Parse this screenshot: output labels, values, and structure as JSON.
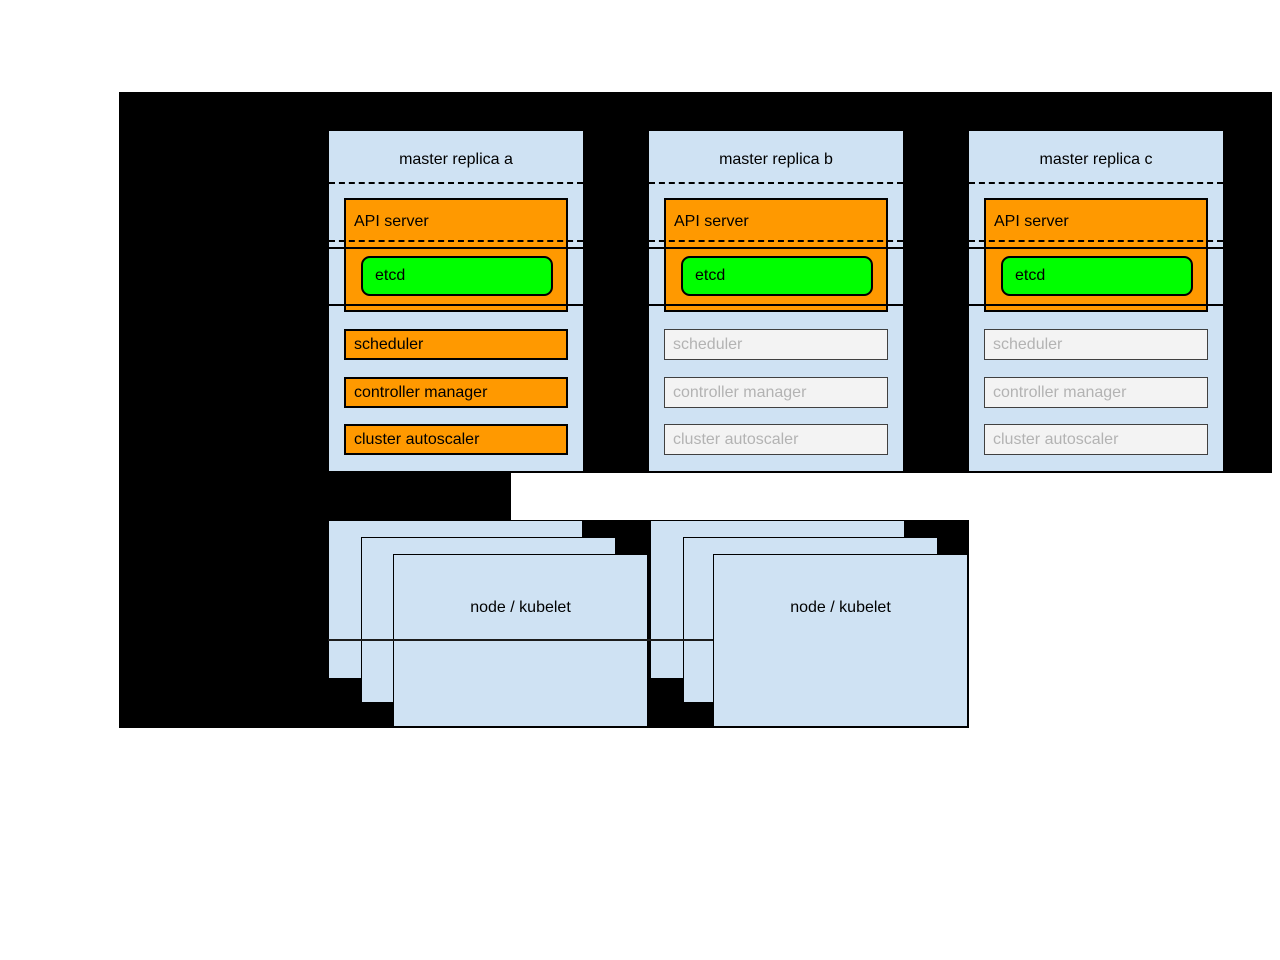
{
  "diagram": {
    "replicas": [
      {
        "title": "master replica a",
        "api_server_label": "API server",
        "etcd_label": "etcd",
        "scheduler_label": "scheduler",
        "controller_manager_label": "controller manager",
        "cluster_autoscaler_label": "cluster autoscaler",
        "state": "active"
      },
      {
        "title": "master replica b",
        "api_server_label": "API server",
        "etcd_label": "etcd",
        "scheduler_label": "scheduler",
        "controller_manager_label": "controller manager",
        "cluster_autoscaler_label": "cluster autoscaler",
        "state": "standby"
      },
      {
        "title": "master replica c",
        "api_server_label": "API server",
        "etcd_label": "etcd",
        "scheduler_label": "scheduler",
        "controller_manager_label": "controller manager",
        "cluster_autoscaler_label": "cluster autoscaler",
        "state": "standby"
      }
    ],
    "nodes": [
      {
        "label": "node / kubelet"
      },
      {
        "label": "node / kubelet"
      }
    ],
    "colors": {
      "background_black": "#000000",
      "panel_blue": "#cfe2f3",
      "active_orange": "#ff9900",
      "etcd_green": "#00ff00",
      "standby_gray_fill": "#f3f3f3",
      "standby_gray_text": "#b3b3b3"
    }
  }
}
